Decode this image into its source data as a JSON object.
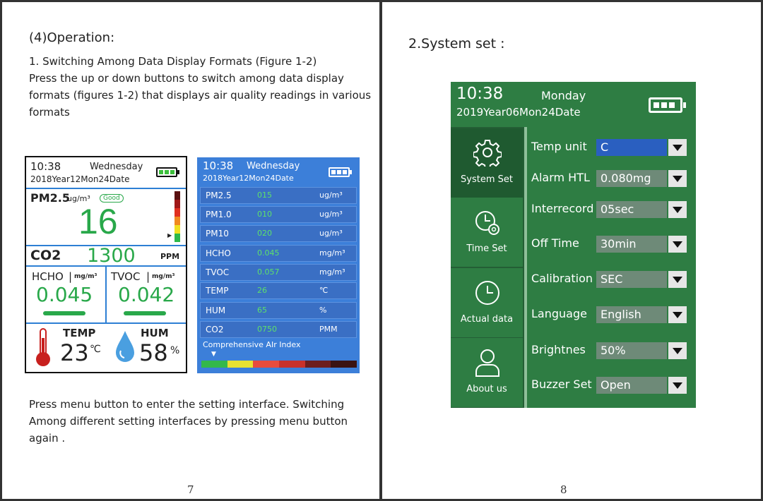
{
  "left_page": {
    "heading": "(4)Operation:",
    "paragraph1": [
      "1. Switching Among Data Display Formats (Figure 1-2)",
      "Press the up or down buttons to switch among data display",
      "formats (figures 1-2) that displays air quality readings in various",
      "formats"
    ],
    "paragraph2": [
      "Press menu button to enter the setting interface. Switching",
      "Among different setting interfaces by  pressing menu button",
      "again ."
    ],
    "page_number": "7"
  },
  "screen1": {
    "time": "10:38",
    "day": "Wednesday",
    "date": "2018Year12Mon24Date",
    "pm_label": "PM2.5",
    "pm_unit": "ug/m³",
    "pm_badge": "Good",
    "pm_value": "16",
    "co2_label": "CO2",
    "co2_value": "1300",
    "co2_unit": "PPM",
    "hcho_label": "HCHO",
    "hcho_unit": "mg/m³",
    "hcho_value": "0.045",
    "tvoc_label": "TVOC",
    "tvoc_unit": "mg/m³",
    "tvoc_value": "0.042",
    "temp_label": "TEMP",
    "temp_value": "23",
    "temp_unit": "℃",
    "hum_label": "HUM",
    "hum_value": "58",
    "hum_unit": "%",
    "colors": {
      "accent": "#2d7fd4",
      "green": "#29a84a",
      "battery": "#3cbf3c"
    }
  },
  "screen2": {
    "time": "10:38",
    "day": "Wednesday",
    "date": "2018Year12Mon24Date",
    "rows": [
      {
        "label": "PM2.5",
        "value": "015",
        "unit": "ug/m³"
      },
      {
        "label": "PM1.0",
        "value": "010",
        "unit": "ug/m³"
      },
      {
        "label": "PM10",
        "value": "020",
        "unit": "ug/m³"
      },
      {
        "label": "HCHO",
        "value": "0.045",
        "unit": "mg/m³"
      },
      {
        "label": "TVOC",
        "value": "0.057",
        "unit": "mg/m³"
      },
      {
        "label": "TEMP",
        "value": "26",
        "unit": "℃"
      },
      {
        "label": "HUM",
        "value": "65",
        "unit": "%"
      },
      {
        "label": "CO2",
        "value": "0750",
        "unit": "PMM"
      }
    ],
    "index_label": "Comprehensive AIr Index",
    "index_colors": [
      "#33b84a",
      "#e8e231",
      "#e84c3d",
      "#c8312b",
      "#6d1e1e",
      "#3a1212"
    ],
    "colors": {
      "bg": "#3c7fd9",
      "value": "#5de06b"
    }
  },
  "right_page": {
    "heading": "2.System set :",
    "page_number": "8"
  },
  "screen3": {
    "time": "10:38",
    "day": "Monday",
    "date": "2019Year06Mon24Date",
    "menu": [
      {
        "label": "System Set",
        "icon": "gear-icon"
      },
      {
        "label": "Time Set",
        "icon": "clock-gear-icon"
      },
      {
        "label": "Actual data",
        "icon": "clock-icon"
      },
      {
        "label": "About us",
        "icon": "user-icon"
      }
    ],
    "settings": [
      {
        "label": "Temp unit",
        "value": "C"
      },
      {
        "label": "Alarm HTL",
        "value": "0.080mg"
      },
      {
        "label": "Interrecord",
        "value": "05sec"
      },
      {
        "label": "Off Time",
        "value": "30min"
      },
      {
        "label": "Calibration",
        "value": "SEC"
      },
      {
        "label": "Language",
        "value": "English"
      },
      {
        "label": "Brightnes",
        "value": "50%"
      },
      {
        "label": "Buzzer Set",
        "value": "Open"
      }
    ],
    "colors": {
      "bg": "#2e7d43",
      "selected": "#2a5fc0",
      "value_bg": "#6e8a78"
    }
  }
}
